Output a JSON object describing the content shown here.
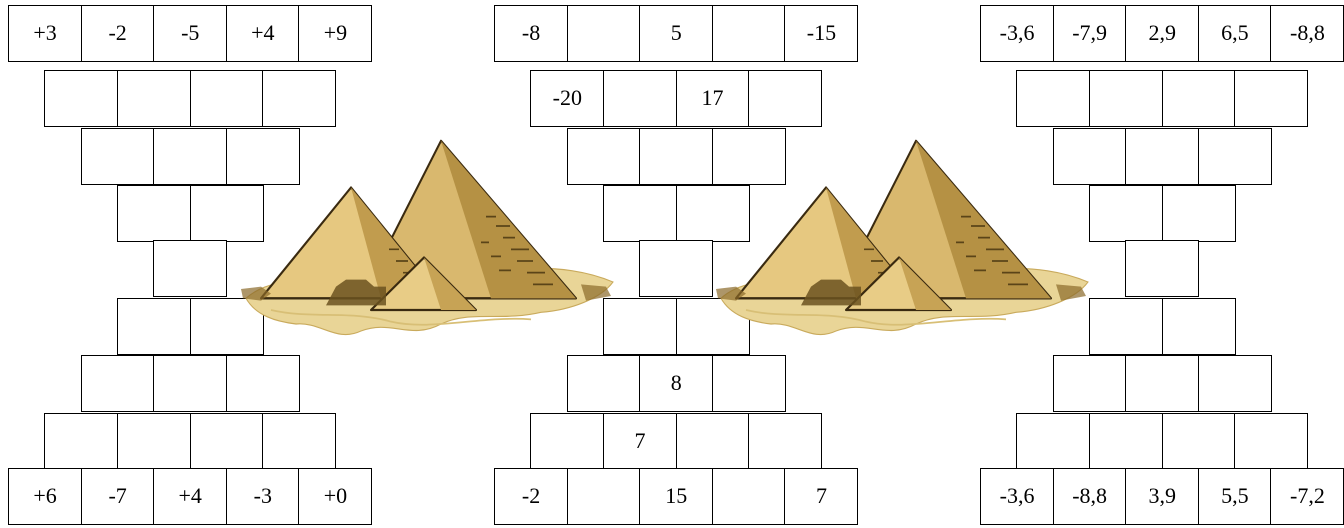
{
  "pyramids": [
    {
      "name": "left",
      "rows": [
        [
          "+3",
          "-2",
          "-5",
          "+4",
          "+9"
        ],
        [
          "",
          "",
          "",
          ""
        ],
        [
          "",
          "",
          ""
        ],
        [
          "",
          ""
        ],
        [
          ""
        ],
        [
          "",
          ""
        ],
        [
          "",
          "",
          ""
        ],
        [
          "",
          "",
          "",
          ""
        ],
        [
          "+6",
          "-7",
          "+4",
          "-3",
          "+0"
        ]
      ]
    },
    {
      "name": "middle",
      "rows": [
        [
          "-8",
          "",
          "5",
          "",
          "-15"
        ],
        [
          "-20",
          "",
          "17",
          ""
        ],
        [
          "",
          "",
          ""
        ],
        [
          "",
          ""
        ],
        [
          ""
        ],
        [
          "",
          ""
        ],
        [
          "",
          "8",
          ""
        ],
        [
          "",
          "7",
          "",
          ""
        ],
        [
          "-2",
          "",
          "15",
          "",
          "7"
        ]
      ]
    },
    {
      "name": "right",
      "rows": [
        [
          "-3,6",
          "-7,9",
          "2,9",
          "6,5",
          "-8,8"
        ],
        [
          "",
          "",
          "",
          ""
        ],
        [
          "",
          "",
          ""
        ],
        [
          "",
          ""
        ],
        [
          ""
        ],
        [
          "",
          ""
        ],
        [
          "",
          "",
          ""
        ],
        [
          "",
          "",
          "",
          ""
        ],
        [
          "-3,6",
          "-8,8",
          "3,9",
          "5,5",
          "-7,2"
        ]
      ]
    }
  ],
  "decorations": [
    {
      "icon": "egyptian-pyramids-image"
    },
    {
      "icon": "egyptian-pyramids-image"
    }
  ]
}
